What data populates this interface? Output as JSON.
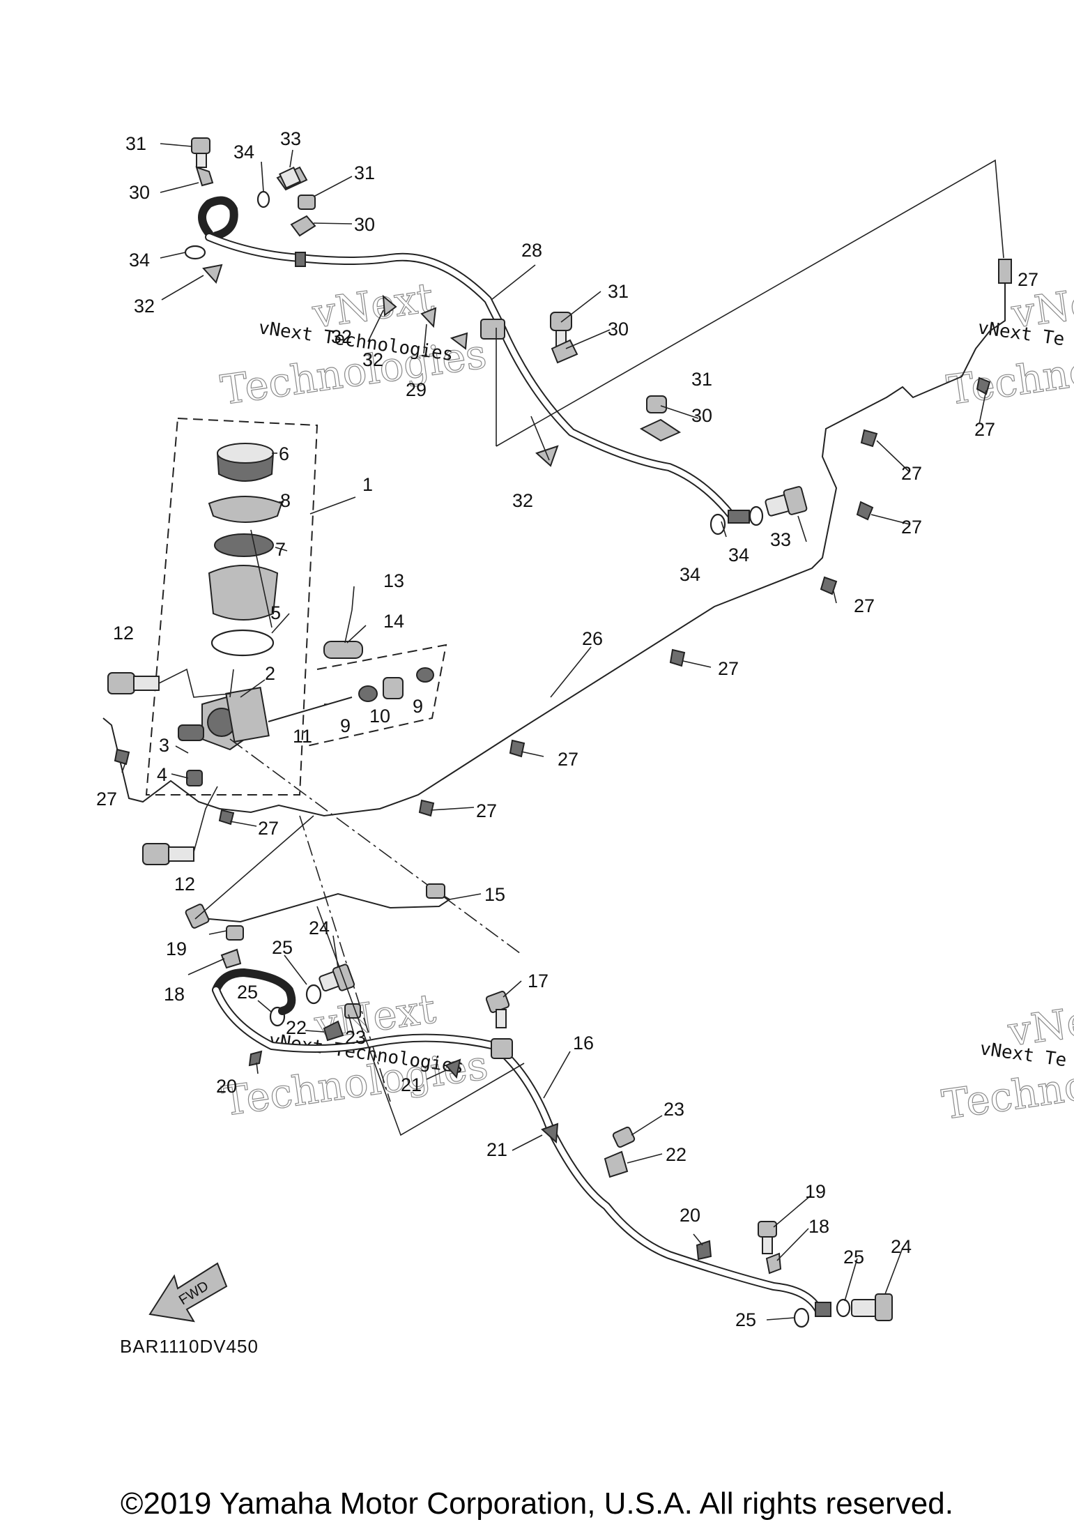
{
  "diagram_code": "BAR1110DV450",
  "copyright": "©2019 Yamaha Motor Corporation, U.S.A. All rights reserved.",
  "fwd_arrow_label": "FWD",
  "watermarks": [
    {
      "brand": "vNext",
      "sub": "Technologies",
      "caption": "vNext Technologies"
    },
    {
      "brand": "vNext",
      "sub": "Technologies",
      "caption": "vNext Te"
    },
    {
      "brand": "vNext",
      "sub": "Technologies",
      "caption": "vNext Technologies"
    },
    {
      "brand": "vNext",
      "sub": "Technologies",
      "caption": "vNext Te"
    }
  ],
  "callouts": [
    "31",
    "30",
    "34",
    "33",
    "31",
    "30",
    "34",
    "32",
    "28",
    "31",
    "30",
    "32",
    "32",
    "29",
    "31",
    "30",
    "32",
    "33",
    "34",
    "34",
    "27",
    "27",
    "27",
    "27",
    "6",
    "8",
    "1",
    "7",
    "5",
    "13",
    "14",
    "12",
    "2",
    "9",
    "10",
    "9",
    "11",
    "3",
    "4",
    "27",
    "27",
    "26",
    "27",
    "27",
    "27",
    "27",
    "12",
    "15",
    "19",
    "24",
    "25",
    "18",
    "25",
    "22",
    "23",
    "17",
    "16",
    "20",
    "21",
    "21",
    "23",
    "22",
    "19",
    "20",
    "18",
    "24",
    "25",
    "25"
  ]
}
